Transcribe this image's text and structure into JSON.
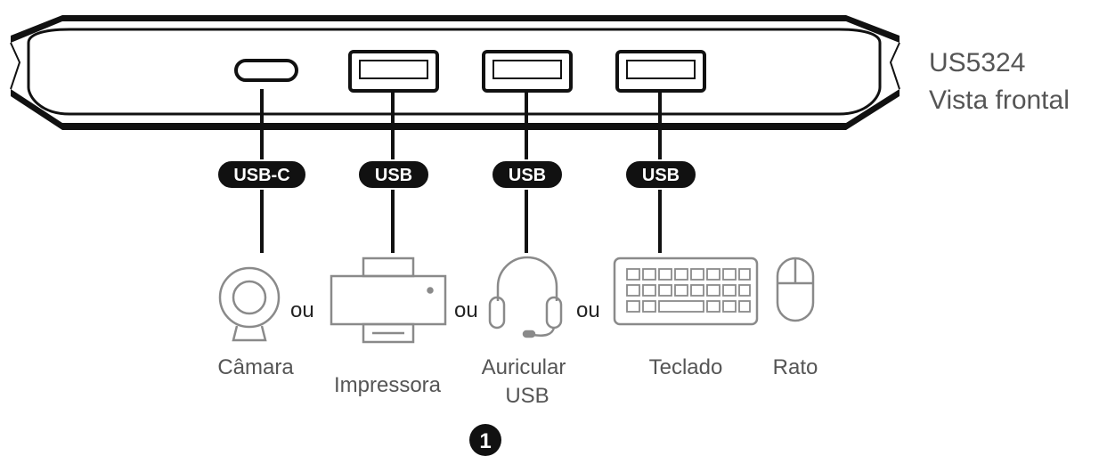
{
  "device": {
    "model": "US5324",
    "view": "Vista frontal"
  },
  "ports": [
    {
      "connector": "USB-C"
    },
    {
      "connector": "USB"
    },
    {
      "connector": "USB"
    },
    {
      "connector": "USB"
    }
  ],
  "devices": {
    "camera": "Câmara",
    "printer": "Impressora",
    "headset_line1": "Auricular",
    "headset_line2": "USB",
    "keyboard": "Teclado",
    "mouse": "Rato"
  },
  "separators": {
    "or_1": "ou",
    "or_2": "ou",
    "or_3": "ou"
  },
  "step": {
    "number": "1"
  },
  "colors": {
    "outline": "#111111",
    "device_gray": "#8a8a8a",
    "label_gray": "#555555",
    "pill_fill": "#111111"
  }
}
